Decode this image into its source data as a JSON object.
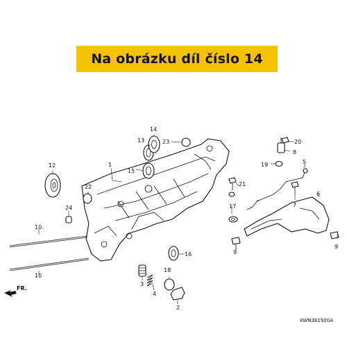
{
  "banner": {
    "text": "Na obrázku díl číslo 14",
    "color": "#f5c200"
  },
  "diagram_code": "KWN3E1920A",
  "direction_label": "FR.",
  "part_numbers": {
    "p1": "1",
    "p2": "2",
    "p3": "3",
    "p4": "4",
    "p5": "5",
    "p6": "6",
    "p7": "7",
    "p8": "8",
    "p9a": "9",
    "p9b": "9",
    "p10a": "10",
    "p10b": "10",
    "p12": "12",
    "p13": "13",
    "p14": "14",
    "p15": "15",
    "p16": "16",
    "p17": "17",
    "p18": "18",
    "p19": "19",
    "p20": "20",
    "p21": "21",
    "p22": "22",
    "p23": "23",
    "p24": "24"
  }
}
